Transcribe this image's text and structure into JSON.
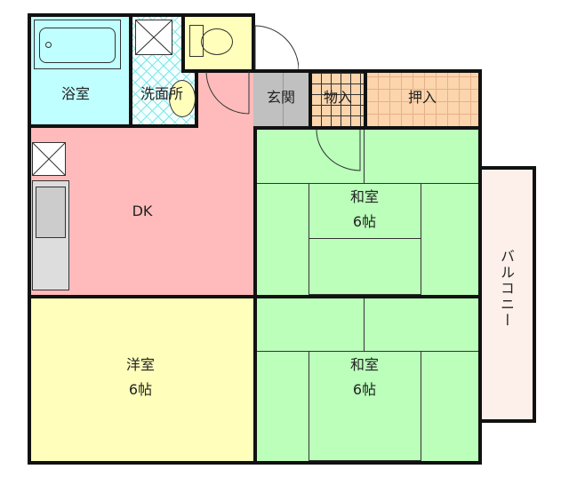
{
  "rooms": {
    "bath": "浴室",
    "washroom": "洗面所",
    "entrance": "玄関",
    "storage": "物入",
    "closet": "押入",
    "dk": "DK",
    "washitsu_top": {
      "name": "和室",
      "size": "6帖"
    },
    "washitsu_bottom": {
      "name": "和室",
      "size": "6帖"
    },
    "youshitsu": {
      "name": "洋室",
      "size": "6帖"
    },
    "balcony": "バルコニー"
  },
  "colors": {
    "bath": "#c0ffff",
    "dk": "#ffbbbb",
    "washitsu": "#bbffbb",
    "youshitsu": "#ffffbb",
    "toilet": "#ffffbb",
    "storage": "#fcd5ad",
    "entrance": "#c0c0c0",
    "balcony": "#fdf0ea"
  }
}
